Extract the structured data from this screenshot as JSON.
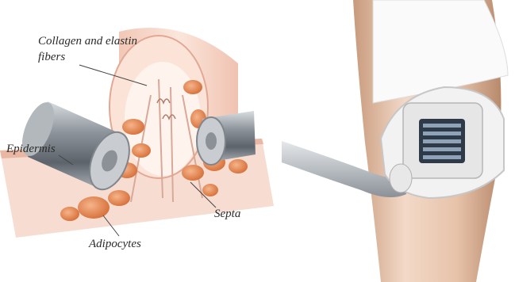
{
  "labels": {
    "collagen_line1": "Collagen and elastin",
    "collagen_line2": "fibers",
    "epidermis": "Epidermis",
    "septa": "Septa",
    "adipocytes": "Adipocytes"
  },
  "colors": {
    "skin_fold": "#f4d3c6",
    "fat_cells": "#e58a55",
    "roller_metal": "#9aa0a6",
    "applicator_white": "#f2f2f2",
    "screen_dark": "#2e3a48"
  }
}
